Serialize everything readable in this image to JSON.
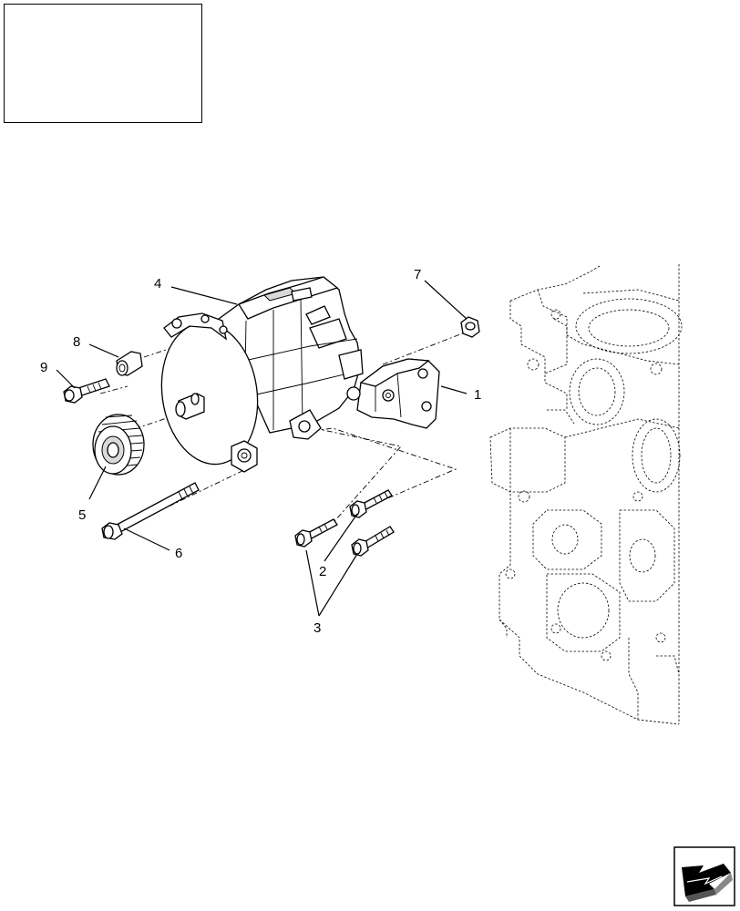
{
  "title_box": {
    "text": ""
  },
  "callouts": {
    "c1": "1",
    "c2": "2",
    "c3": "3",
    "c4": "4",
    "c5": "5",
    "c6": "6",
    "c7": "7",
    "c8": "8",
    "c9": "9"
  },
  "nav": {
    "icon": "next-page-arrow-icon"
  }
}
